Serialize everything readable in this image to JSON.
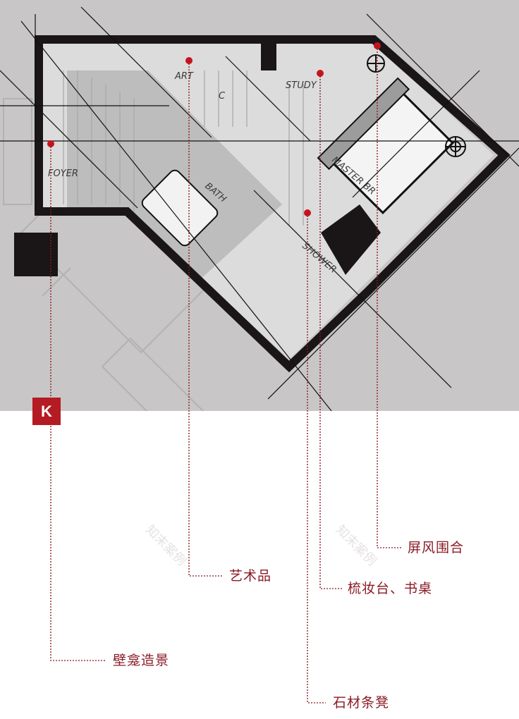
{
  "plan": {
    "background_color": "#c8c6c7",
    "room_labels": [
      "ART",
      "C",
      "STUDY",
      "MASTER BR",
      "FOYER",
      "BATH",
      "SHOWER"
    ],
    "marker_color": "#c8141e"
  },
  "badge": {
    "label": "K",
    "color": "#b51b23"
  },
  "callouts": [
    {
      "id": "screen",
      "label": "屏风围合"
    },
    {
      "id": "art",
      "label": "艺术品"
    },
    {
      "id": "vanity",
      "label": "梳妆台、书桌"
    },
    {
      "id": "niche",
      "label": "壁龛造景"
    },
    {
      "id": "bench",
      "label": "石材条凳"
    }
  ],
  "watermark": "知末案例",
  "accent_color": "#8a1a24"
}
